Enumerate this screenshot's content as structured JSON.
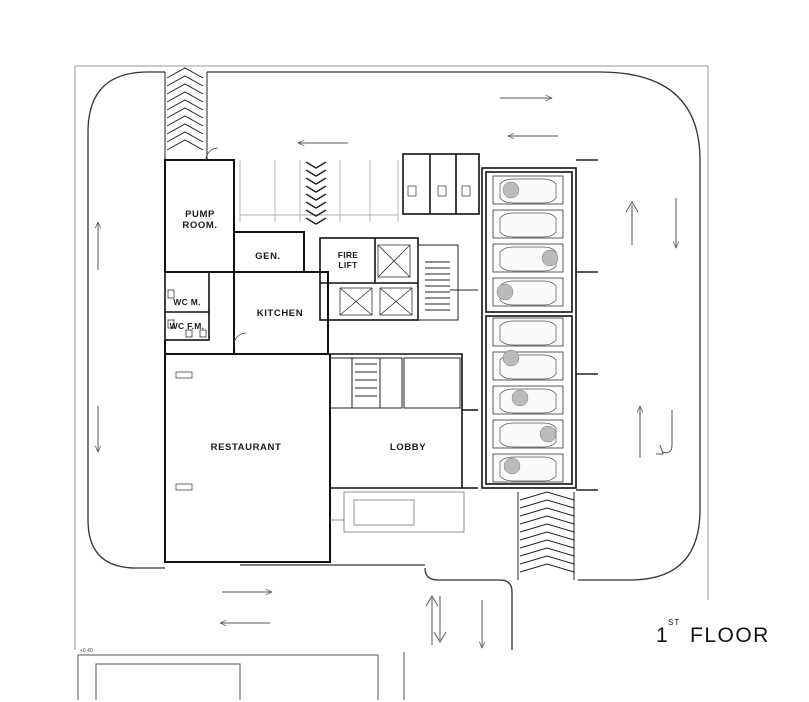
{
  "rooms": {
    "pump_room_line1": "PUMP",
    "pump_room_line2": "ROOM.",
    "generator": "GEN.",
    "fire_lift_line1": "FIRE",
    "fire_lift_line2": "LIFT",
    "wc_male": "WC M.",
    "wc_female": "WC F.M.",
    "kitchen": "KITCHEN",
    "restaurant": "RESTAURANT",
    "lobby": "LOBBY"
  },
  "level_mark": "+0.40",
  "floor_title": {
    "number": "1",
    "suffix": "ST",
    "word": "FLOOR"
  }
}
